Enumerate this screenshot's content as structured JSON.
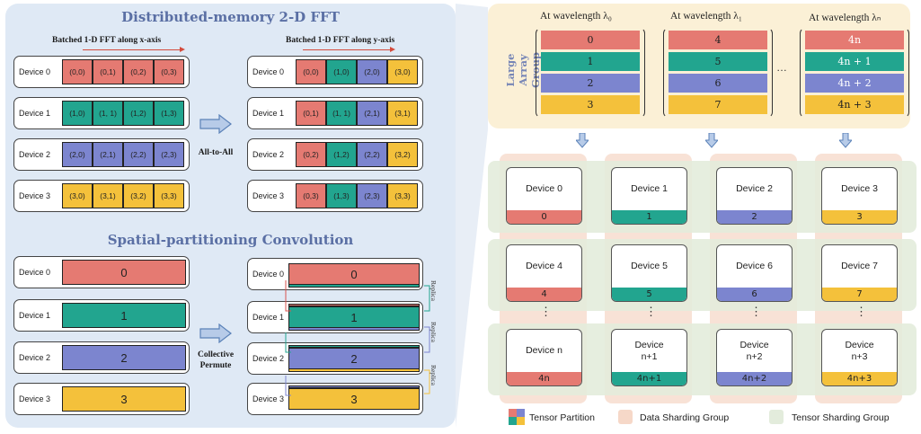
{
  "fft": {
    "title": "Distributed-memory 2-D FFT",
    "x_axis_label": "Batched 1-D FFT along x-axis",
    "y_axis_label": "Batched 1-D FFT along y-axis",
    "all_to_all": "All-to-All",
    "devices": [
      "Device 0",
      "Device 1",
      "Device 2",
      "Device 3"
    ],
    "left_cells": [
      [
        "(0,0)",
        "(0,1)",
        "(0,2)",
        "(0,3)"
      ],
      [
        "(1,0)",
        "(1, 1)",
        "(1,2)",
        "(1,3)"
      ],
      [
        "(2,0)",
        "(2,1)",
        "(2,2)",
        "(2,3)"
      ],
      [
        "(3,0)",
        "(3,1)",
        "(3,2)",
        "(3,3)"
      ]
    ],
    "right_cells": [
      [
        "(0,0)",
        "(1,0)",
        "(2,0)",
        "(3,0)"
      ],
      [
        "(0,1)",
        "(1, 1)",
        "(2,1)",
        "(3,1)"
      ],
      [
        "(0,2)",
        "(1,2)",
        "(2,2)",
        "(3,2)"
      ],
      [
        "(0,3)",
        "(1,3)",
        "(2,3)",
        "(3,3)"
      ]
    ]
  },
  "conv": {
    "title": "Spatial-partitioning Convolution",
    "collective_line1": "Collective",
    "collective_line2": "Permute",
    "replica": "Replica",
    "devices": [
      "Device 0",
      "Device 1",
      "Device 2",
      "Device 3"
    ],
    "values": [
      "0",
      "1",
      "2",
      "3"
    ]
  },
  "array": {
    "group_line1": "Large Array",
    "group_line2": "Group",
    "wavelengths": [
      "At wavelength λ₀",
      "At wavelength λ₁",
      "At wavelength λₙ"
    ],
    "ellipsis": "…",
    "columns": [
      [
        "0",
        "1",
        "2",
        "3"
      ],
      [
        "4",
        "5",
        "6",
        "7"
      ],
      [
        "4n",
        "4n + 1",
        "4n + 2",
        "4n + 3"
      ]
    ]
  },
  "grid": {
    "rows": [
      [
        {
          "name": "Device 0",
          "name2": "",
          "value": "0"
        },
        {
          "name": "Device 1",
          "name2": "",
          "value": "1"
        },
        {
          "name": "Device 2",
          "name2": "",
          "value": "2"
        },
        {
          "name": "Device 3",
          "name2": "",
          "value": "3"
        }
      ],
      [
        {
          "name": "Device 4",
          "name2": "",
          "value": "4"
        },
        {
          "name": "Device 5",
          "name2": "",
          "value": "5"
        },
        {
          "name": "Device 6",
          "name2": "",
          "value": "6"
        },
        {
          "name": "Device 7",
          "name2": "",
          "value": "7"
        }
      ],
      [
        {
          "name": "Device n",
          "name2": "",
          "value": "4n"
        },
        {
          "name": "Device",
          "name2": "n+1",
          "value": "4n+1"
        },
        {
          "name": "Device",
          "name2": "n+2",
          "value": "4n+2"
        },
        {
          "name": "Device",
          "name2": "n+3",
          "value": "4n+3"
        }
      ]
    ],
    "vdots": "⋮"
  },
  "legend": {
    "tensor_partition": "Tensor Partition",
    "data_sharding": "Data Sharding Group",
    "tensor_sharding": "Tensor Sharding Group"
  },
  "colors": {
    "red": "#e57a72",
    "teal": "#22a58f",
    "blue": "#7c85cf",
    "yellow": "#f4c13b",
    "data_sharding": "#f6d8c8",
    "tensor_sharding": "#e3ecdc"
  }
}
